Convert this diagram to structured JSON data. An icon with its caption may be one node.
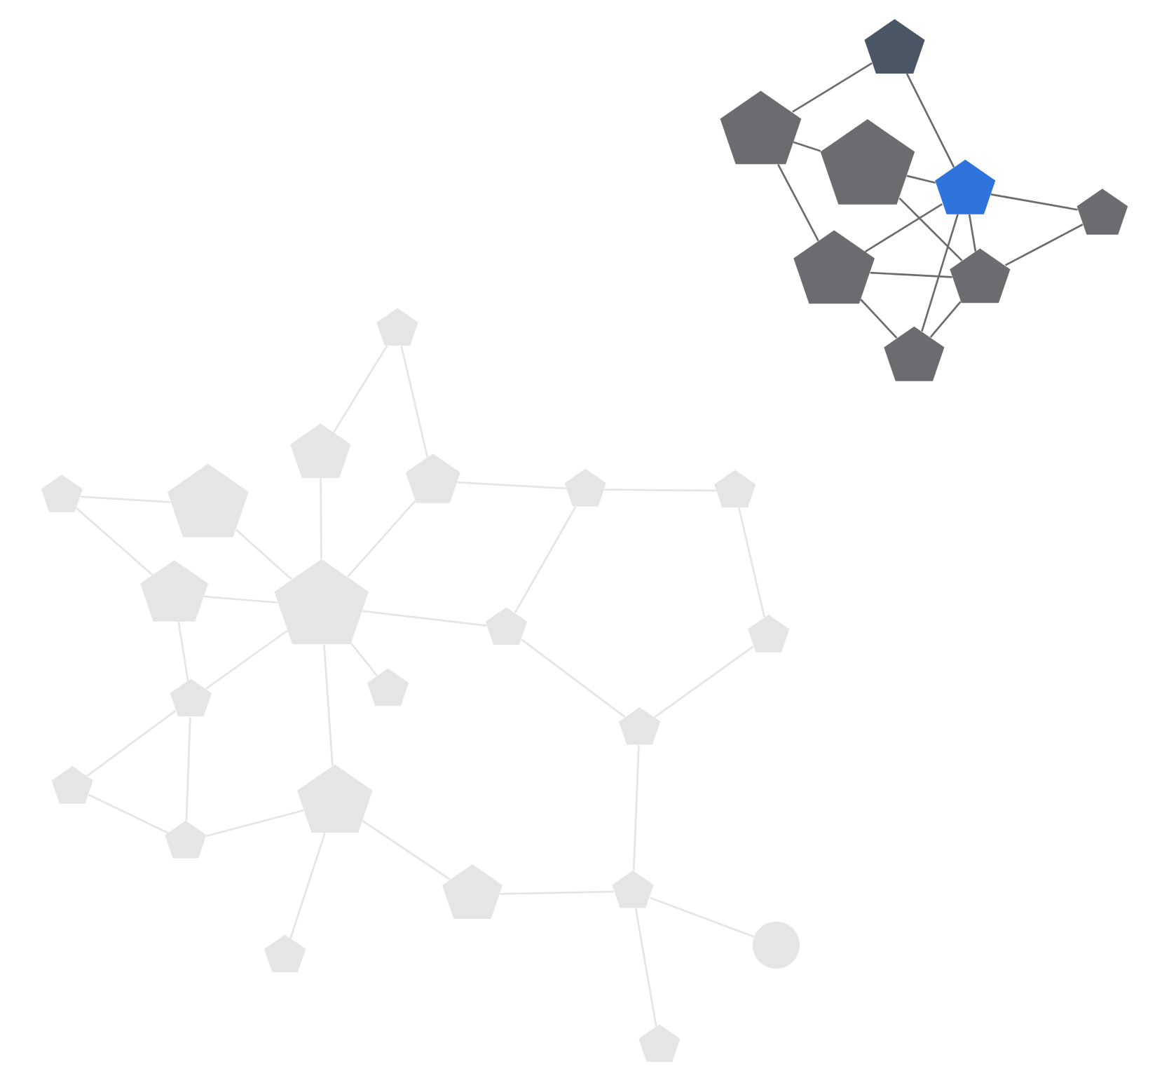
{
  "diagram": {
    "nodes": [
      {
        "text": [],
        "shape": "pentagon"
      },
      {
        "text": [],
        "shape": "circle"
      },
      {
        "text": [],
        "shape": "pentagon"
      },
      {
        "text": [],
        "shape": "pentagon"
      },
      {
        "text": [],
        "shape": "pentagon"
      },
      {
        "text": [],
        "shape": "pentagon"
      },
      {
        "text": [],
        "shape": "pentagon"
      },
      {
        "text": [],
        "shape": "pentagon"
      },
      {
        "text": [],
        "shape": "pentagon"
      },
      {
        "text": [],
        "shape": "pentagon"
      },
      {
        "text": [],
        "shape": "pentagon"
      },
      {
        "text": [],
        "shape": "pentagon"
      },
      {
        "text": [],
        "shape": "pentagon"
      },
      {
        "text": [],
        "shape": "pentagon"
      },
      {
        "text": [],
        "shape": "pentagon"
      },
      {
        "text": [],
        "shape": "pentagon"
      },
      {
        "text": [],
        "shape": "pentagon"
      },
      {
        "text": [],
        "shape": "pentagon"
      },
      {
        "text": [],
        "shape": "pentagon"
      },
      {
        "text": [],
        "shape": "pentagon"
      },
      {
        "text": [],
        "shape": "pentagon"
      },
      {
        "text": [],
        "shape": "pentagon"
      },
      {
        "text": [],
        "shape": "pentagon"
      },
      {
        "text": [],
        "shape": "pentagon"
      },
      {
        "text": [],
        "shape": "pentagon"
      },
      {
        "text": [],
        "shape": "pentagon"
      },
      {
        "text": [],
        "shape": "pentagon"
      },
      {
        "text": [],
        "shape": "pentagon"
      },
      {
        "text": [],
        "shape": "pentagon"
      },
      {
        "text": [],
        "shape": "pentagon"
      }
    ],
    "edges": [
      {
        "from": 2,
        "to": 10,
        "arrow": "none"
      },
      {
        "from": 1,
        "to": 10,
        "arrow": "none"
      },
      {
        "from": 10,
        "to": 5,
        "arrow": "none"
      },
      {
        "from": 5,
        "to": 7,
        "arrow": "none"
      },
      {
        "from": 3,
        "to": 7,
        "arrow": "none"
      },
      {
        "from": 4,
        "to": 7,
        "arrow": "none"
      },
      {
        "from": 4,
        "to": 0,
        "arrow": "none"
      },
      {
        "from": 0,
        "to": 8,
        "arrow": "none"
      },
      {
        "from": 4,
        "to": 8,
        "arrow": "none"
      },
      {
        "from": 7,
        "to": 17,
        "arrow": "none"
      },
      {
        "from": 8,
        "to": 17,
        "arrow": "none"
      },
      {
        "from": 8,
        "to": 16,
        "arrow": "none"
      },
      {
        "from": 9,
        "to": 17,
        "arrow": "none"
      },
      {
        "from": 9,
        "to": 12,
        "arrow": "none"
      },
      {
        "from": 12,
        "to": 16,
        "arrow": "none"
      },
      {
        "from": 11,
        "to": 17,
        "arrow": "none"
      },
      {
        "from": 17,
        "to": 22,
        "arrow": "none"
      },
      {
        "from": 16,
        "to": 17,
        "arrow": "none"
      },
      {
        "from": 19,
        "to": 17,
        "arrow": "none"
      },
      {
        "from": 10,
        "to": 15,
        "arrow": "none"
      },
      {
        "from": 15,
        "to": 19,
        "arrow": "none"
      },
      {
        "from": 15,
        "to": 21,
        "arrow": "none"
      },
      {
        "from": 21,
        "to": 24,
        "arrow": "none"
      },
      {
        "from": 24,
        "to": 25,
        "arrow": "none"
      },
      {
        "from": 19,
        "to": 25,
        "arrow": "none"
      },
      {
        "from": 25,
        "to": 29,
        "arrow": "none"
      },
      {
        "from": 29,
        "to": 27,
        "arrow": "none"
      },
      {
        "from": 27,
        "to": 22,
        "arrow": "none"
      },
      {
        "from": 29,
        "to": 17,
        "arrow": "none"
      },
      {
        "from": 6,
        "to": 13,
        "arrow": "none",
        "color": "#6b6c6f"
      },
      {
        "from": 6,
        "to": 14,
        "arrow": "none",
        "color": "#6b6c6f"
      },
      {
        "from": 6,
        "to": 18,
        "arrow": "none",
        "color": "#6b6c6f"
      },
      {
        "from": 13,
        "to": 20,
        "arrow": "none",
        "color": "#6b6c6f"
      },
      {
        "from": 13,
        "to": 23,
        "arrow": "none",
        "color": "#6b6c6f"
      },
      {
        "from": 13,
        "to": 26,
        "arrow": "none",
        "color": "#6b6c6f"
      },
      {
        "from": 14,
        "to": 20,
        "arrow": "none",
        "color": "#6b6c6f"
      },
      {
        "from": 14,
        "to": 23,
        "arrow": "none",
        "color": "#6b6c6f"
      },
      {
        "from": 20,
        "to": 23,
        "arrow": "none",
        "color": "#6b6c6f"
      },
      {
        "from": 20,
        "to": 26,
        "arrow": "none",
        "color": "#6b6c6f"
      },
      {
        "from": 20,
        "to": 28,
        "arrow": "none",
        "color": "#6b6c6f"
      },
      {
        "from": 26,
        "to": 23,
        "arrow": "none",
        "color": "#6b6c6f"
      },
      {
        "from": 23,
        "to": 28,
        "arrow": "none",
        "color": "#6b6c6f"
      },
      {
        "from": 23,
        "to": 18,
        "arrow": "none",
        "color": "#6b6c6f"
      }
    ]
  }
}
